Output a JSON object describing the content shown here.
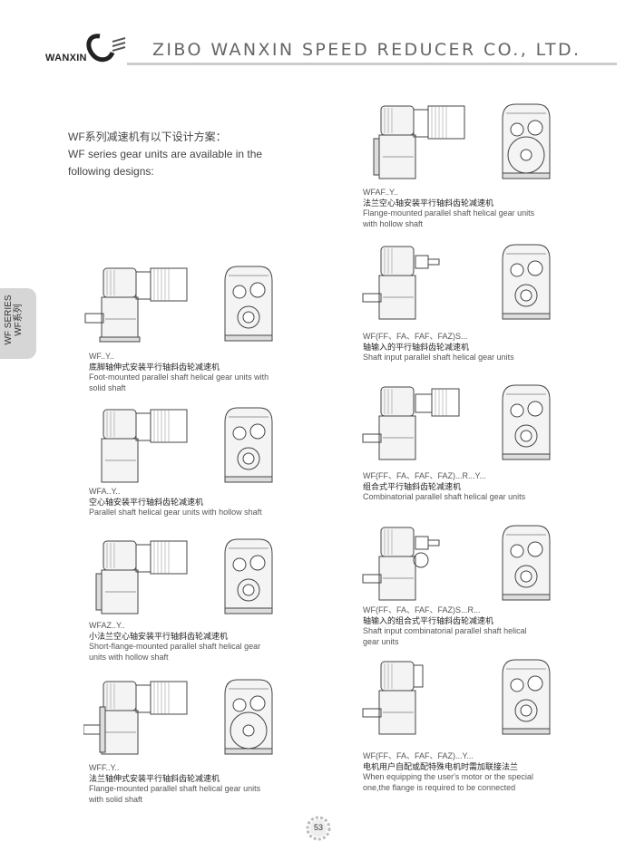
{
  "header": {
    "logo_text": "WANXIN",
    "company": "ZIBO WANXIN SPEED REDUCER CO., LTD."
  },
  "intro": {
    "cn": "WF系列减速机有以下设计方案：",
    "en": "WF series gear units are available in the following designs:"
  },
  "side_tab": {
    "line1": "WF SERIES",
    "line2": "WF系列"
  },
  "designs": [
    {
      "code": "WF..Y..",
      "cn": "底脚轴伸式安装平行轴斜齿轮减速机",
      "en": "Foot-mounted parallel shaft helical gear units with solid shaft"
    },
    {
      "code": "WFA..Y..",
      "cn": "空心轴安装平行轴斜齿轮减速机",
      "en": "Parallel shaft helical gear units with hollow shaft"
    },
    {
      "code": "WFAZ..Y..",
      "cn": "小法兰空心轴安装平行轴斜齿轮减速机",
      "en": "Short-flange-mounted parallel shaft helical gear units with hollow shaft"
    },
    {
      "code": "WFF..Y..",
      "cn": "法兰轴伸式安装平行轴斜齿轮减速机",
      "en": "Flange-mounted parallel shaft helical gear units with solid shaft"
    },
    {
      "code": "WFAF..Y..",
      "cn": "法兰空心轴安装平行轴斜齿轮减速机",
      "en": "Flange-mounted parallel shaft helical gear units with hollow shaft"
    },
    {
      "code": "WF(FF、FA、FAF、FAZ)S...",
      "cn": "轴输入的平行轴斜齿轮减速机",
      "en": "Shaft input parallel shaft helical gear units"
    },
    {
      "code": "WF(FF、FA、FAF、FAZ)...R...Y...",
      "cn": "组合式平行轴斜齿轮减速机",
      "en": "Combinatorial parallel shaft helical gear units"
    },
    {
      "code": "WF(FF、FA、FAF、FAZ)S...R...",
      "cn": "轴输入的组合式平行轴斜齿轮减速机",
      "en": "Shaft input combinatorial parallel shaft helical gear units"
    },
    {
      "code": "WF(FF、FA、FAF、FAZ)...Y...",
      "cn": "电机用户自配或配特殊电机时需加联接法兰",
      "en": "When equipping the user's motor or the special one,the flange is required to be connected"
    }
  ],
  "page_number": "53"
}
